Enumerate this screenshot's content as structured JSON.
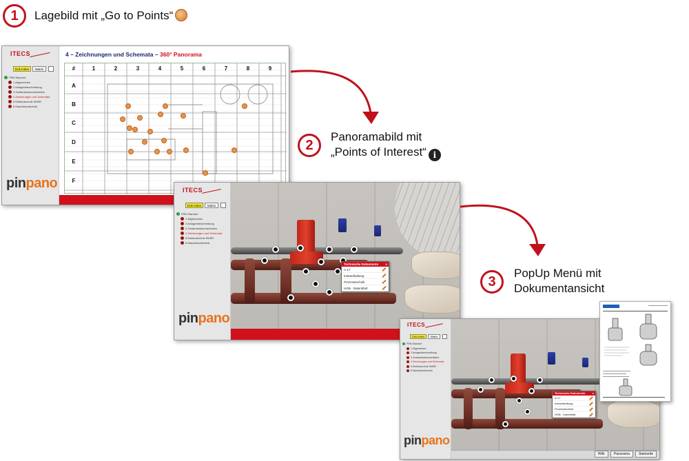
{
  "steps": [
    {
      "number": "1",
      "title": "Lagebild mit „Go to Points“"
    },
    {
      "number": "2",
      "title_line1": "Panoramabild mit",
      "title_line2": "„Points of Interest“"
    },
    {
      "number": "3",
      "title_line1": "PopUp Menü mit",
      "title_line2": "Dokumentansicht"
    }
  ],
  "app": {
    "logo": "ITECS",
    "brand_part1": "pin",
    "brand_part2": "pano",
    "btn_doc": "Dok Index",
    "btn_matrix": "Matrix",
    "tree_root": "FRN Standort",
    "tree_items": [
      "1 Allgemeines",
      "2 Anlagenbeschreibung",
      "3 Zustandsdokumentation",
      "4 Zeichnungen und Schemata",
      "5 Elektrotechnik EMSR",
      "6 Maschinentechnik"
    ],
    "active_item_index": 3
  },
  "screen1": {
    "title_prefix": "4 – Zeichnungen und Schemata – ",
    "title_highlight": "360° Panorama",
    "grid_cols": [
      "#",
      "1",
      "2",
      "3",
      "4",
      "5",
      "6",
      "7",
      "8",
      "9"
    ],
    "grid_rows": [
      "A",
      "B",
      "C",
      "D",
      "E",
      "F"
    ]
  },
  "popup": {
    "header": "Technische Dokumente",
    "close_label": "x",
    "rows": [
      "A-17",
      "Instandhaltung",
      "Prozesstechnik",
      "HGB - Datenblatt"
    ]
  },
  "screen3_footer": [
    "Hilfe",
    "Panorama",
    "Startseite"
  ],
  "colors": {
    "accent_red": "#d0111b",
    "brand_orange": "#e8731e",
    "button_yellow": "#f4e81c"
  }
}
